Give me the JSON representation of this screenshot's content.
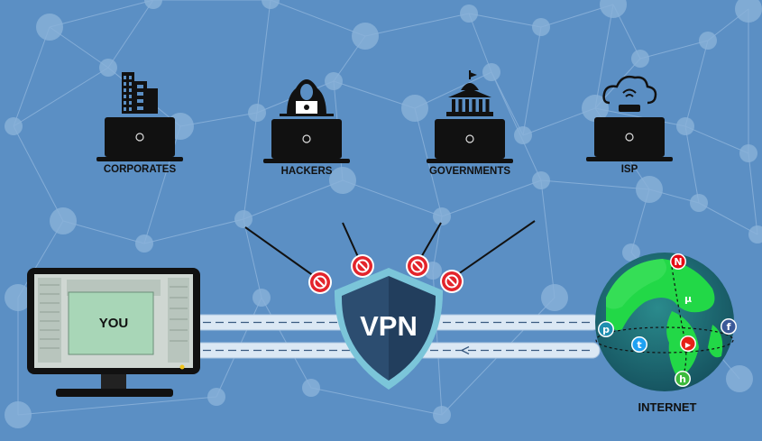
{
  "observers": [
    {
      "label": "CORPORATES",
      "icon": "office-buildings-icon"
    },
    {
      "label": "HACKERS",
      "icon": "hooded-hacker-icon"
    },
    {
      "label": "GOVERNMENTS",
      "icon": "government-building-icon"
    },
    {
      "label": "ISP",
      "icon": "cloud-router-icon"
    }
  ],
  "user": {
    "label": "YOU",
    "icon": "desktop-monitor-icon"
  },
  "vpn": {
    "label": "VPN",
    "icon": "shield-icon"
  },
  "internet": {
    "label": "INTERNET",
    "icon": "globe-icon"
  },
  "services": [
    {
      "name": "Netflix",
      "glyph": "N",
      "color": "#e50914"
    },
    {
      "name": "uTorrent",
      "glyph": "µ",
      "color": "#2e9e3c"
    },
    {
      "name": "Facebook",
      "glyph": "f",
      "color": "#3b5998"
    },
    {
      "name": "Twitter",
      "glyph": "t",
      "color": "#1da1f2"
    },
    {
      "name": "YouTube",
      "glyph": "▶",
      "color": "#e62117"
    },
    {
      "name": "Hulu",
      "glyph": "h",
      "color": "#3dbb3d"
    },
    {
      "name": "Pinterest",
      "glyph": "p",
      "color": "#1f8fb0"
    }
  ],
  "colors": {
    "background": "#5b8fc4",
    "shield": "#2b4a6b",
    "block": "#e3242b",
    "globe_land": "#22d847",
    "globe_sea": "#1c6e7c"
  }
}
